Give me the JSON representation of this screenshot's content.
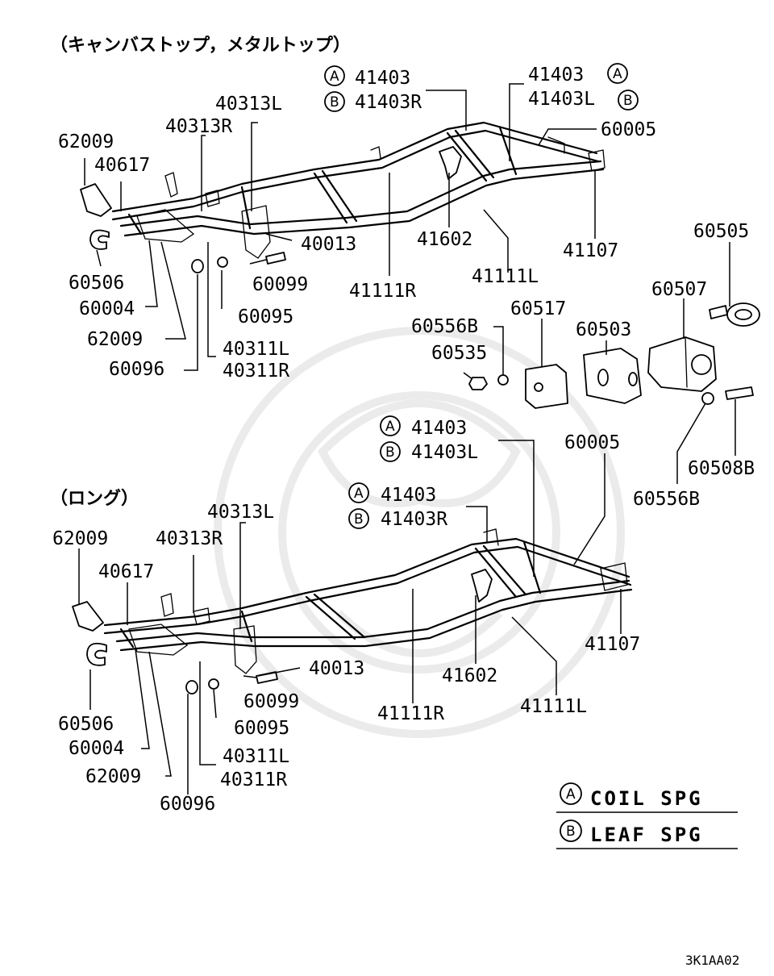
{
  "headers": {
    "top": "（キャンバストップ，メタルトップ）",
    "bottom": "（ロング）"
  },
  "legend": {
    "a_mark": "A",
    "a_text": "COIL SPG",
    "b_mark": "B",
    "b_text": "LEAF SPG"
  },
  "image_code": "3K1AA02",
  "top_labels": {
    "l41403": "41403",
    "l41403R": "41403R",
    "l41403_2": "41403",
    "l41403L": "41403L",
    "l40313L": "40313L",
    "l40313R": "40313R",
    "l60005": "60005",
    "l62009a": "62009",
    "l40617": "40617",
    "l40013": "40013",
    "l41602": "41602",
    "l41107": "41107",
    "l60506": "60506",
    "l60099": "60099",
    "l41111R": "41111R",
    "l41111L": "41111L",
    "l60004": "60004",
    "l60095": "60095",
    "l62009b": "62009",
    "l40311L": "40311L",
    "l40311R": "40311R",
    "l60096": "60096"
  },
  "hitch_labels": {
    "l60505": "60505",
    "l60507": "60507",
    "l60517": "60517",
    "l60556B": "60556B",
    "l60503": "60503",
    "l60535": "60535",
    "l60508B": "60508B",
    "l60556B_2": "60556B"
  },
  "bottom_labels": {
    "l41403a": "41403",
    "l41403L": "41403L",
    "l60005": "60005",
    "l41403b": "41403",
    "l41403R": "41403R",
    "l40313L": "40313L",
    "l62009a": "62009",
    "l40313R": "40313R",
    "l40617": "40617",
    "l41107": "41107",
    "l40013": "40013",
    "l41602": "41602",
    "l60099": "60099",
    "l41111R": "41111R",
    "l41111L": "41111L",
    "l60095": "60095",
    "l60506": "60506",
    "l60004": "60004",
    "l40311L": "40311L",
    "l62009b": "62009",
    "l40311R": "40311R",
    "l60096": "60096"
  }
}
